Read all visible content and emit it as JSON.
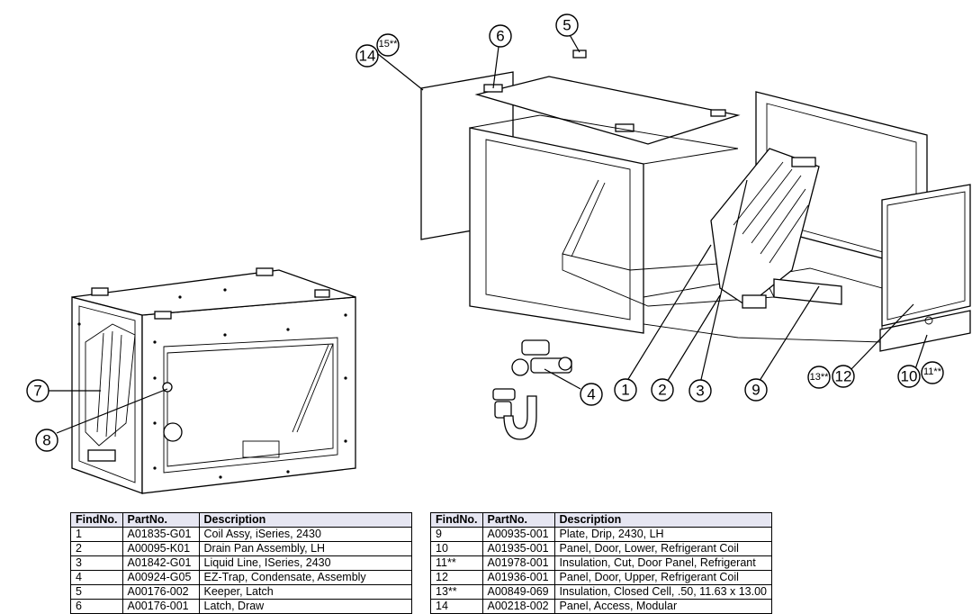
{
  "callouts": {
    "c1": "1",
    "c2": "2",
    "c3": "3",
    "c4": "4",
    "c5": "5",
    "c6": "6",
    "c7": "7",
    "c8": "8",
    "c9": "9",
    "c10": "10",
    "c11": "11**",
    "c12": "12",
    "c13": "13**",
    "c14": "14",
    "c15": "15**"
  },
  "table_left": {
    "headers": [
      "FindNo.",
      "PartNo.",
      "Description"
    ],
    "rows": [
      [
        "1",
        "A01835-G01",
        "Coil Assy, iSeries, 2430"
      ],
      [
        "2",
        "A00095-K01",
        "Drain Pan Assembly, LH"
      ],
      [
        "3",
        "A01842-G01",
        "Liquid Line, ISeries, 2430"
      ],
      [
        "4",
        "A00924-G05",
        "EZ-Trap, Condensate, Assembly"
      ],
      [
        "5",
        "A00176-002",
        "Keeper, Latch"
      ],
      [
        "6",
        "A00176-001",
        "Latch, Draw"
      ]
    ]
  },
  "table_right": {
    "headers": [
      "FindNo.",
      "PartNo.",
      "Description"
    ],
    "rows": [
      [
        "9",
        "A00935-001",
        "Plate, Drip, 2430, LH"
      ],
      [
        "10",
        "A01935-001",
        "Panel, Door, Lower, Refrigerant Coil"
      ],
      [
        "11**",
        "A01978-001",
        "Insulation, Cut, Door Panel, Refrigerant"
      ],
      [
        "12",
        "A01936-001",
        "Panel, Door, Upper, Refrigerant Coil"
      ],
      [
        "13**",
        "A00849-069",
        "Insulation, Closed Cell, .50, 11.63 x 13.00"
      ],
      [
        "14",
        "A00218-002",
        "Panel, Access, Modular"
      ]
    ]
  }
}
